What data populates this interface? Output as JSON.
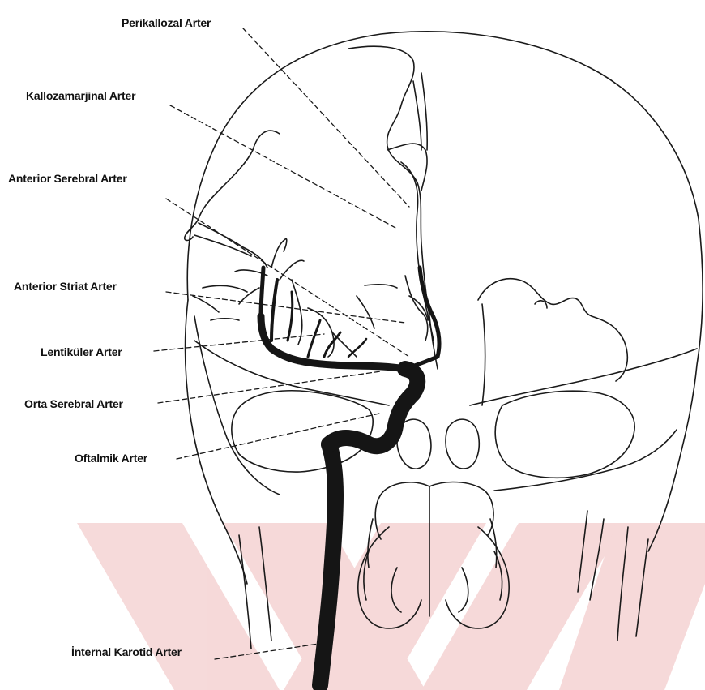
{
  "labels": {
    "perikallozal": "Perikallozal Arter",
    "kallozamarjinal": "Kallozamarjinal Arter",
    "anterior_serebral": "Anterior Serebral Arter",
    "anterior_striat": "Anterior Striat Arter",
    "lentikuler": "Lentiküler Arter",
    "orta_serebral": "Orta Serebral  Arter",
    "oftalmik": "Oftalmik Arter",
    "internal_karotid": "İnternal Karotid Arter"
  },
  "colors": {
    "line": "#1a1a1a",
    "vessel": "#151515",
    "watermark": "#f3c9c9"
  }
}
